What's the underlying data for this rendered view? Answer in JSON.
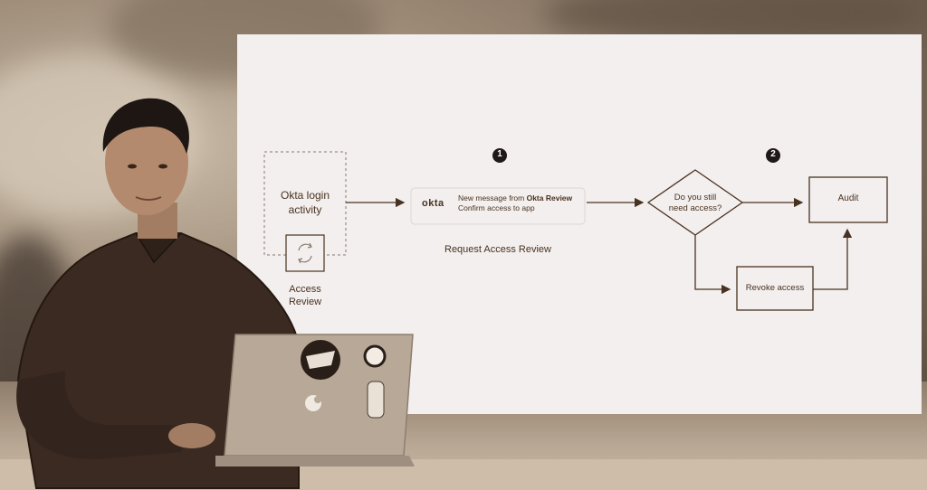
{
  "diagram": {
    "step_1": "1",
    "step_2": "2",
    "login_activity": [
      "Okta login",
      "activity"
    ],
    "access_review_label": [
      "Access",
      "Review"
    ],
    "notification": {
      "brand": "okta",
      "line1_prefix": "New message from ",
      "line1_bold": "Okta Review",
      "line2": "Confirm access to app"
    },
    "request_label": "Request Access Review",
    "decision": [
      "Do you still",
      "need access?"
    ],
    "audit": "Audit",
    "revoke": "Revoke access"
  },
  "colors": {
    "ink": "#4a3220",
    "slide_bg": "#f2efee",
    "badge": "#1f1a17"
  }
}
